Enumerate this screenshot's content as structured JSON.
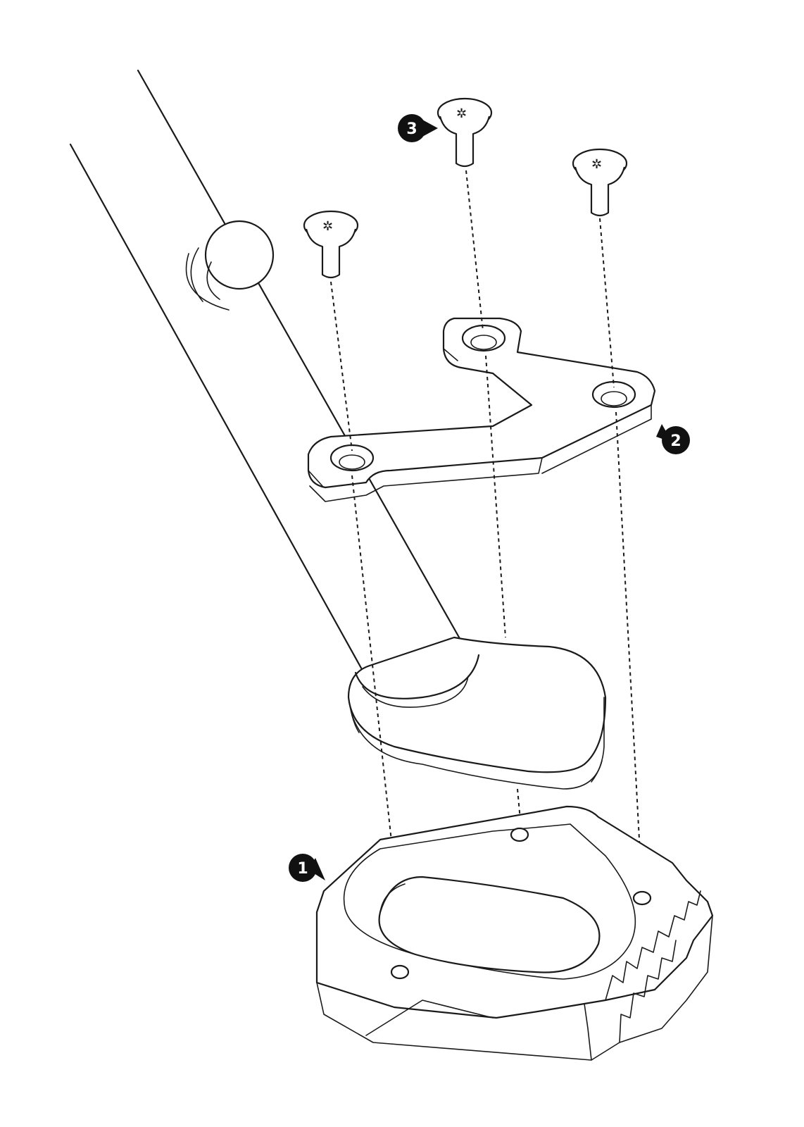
{
  "callouts": [
    {
      "id": "1",
      "label": "1"
    },
    {
      "id": "2",
      "label": "2"
    },
    {
      "id": "3",
      "label": "3"
    }
  ],
  "colors": {
    "line": "#1a1a1a",
    "background": "#ffffff",
    "callout_fill": "#111111"
  }
}
